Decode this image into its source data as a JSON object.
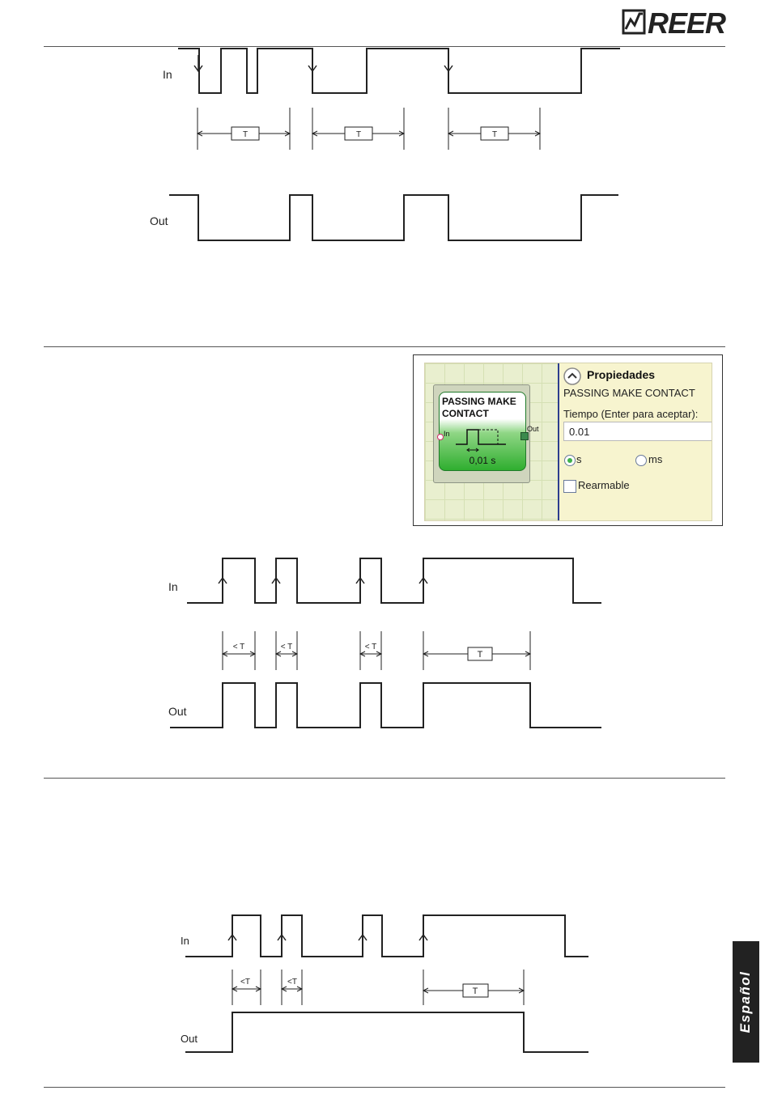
{
  "brand": {
    "logo_text": "REER"
  },
  "side_tab": {
    "language": "Español"
  },
  "diagram1": {
    "in_label": "In",
    "out_label": "Out",
    "interval_label": "T"
  },
  "props": {
    "header": "Propiedades",
    "block_title": "PASSING MAKE CONTACT",
    "block_time": "0,01 s",
    "block_in": "In",
    "block_out": "Out",
    "name": "PASSING MAKE CONTACT",
    "time_label": "Tiempo (Enter para aceptar):",
    "time_value": "0.01",
    "unit_s": "s",
    "unit_ms": "ms",
    "selected_unit": "s",
    "rearmable_label": "Rearmable",
    "rearmable_checked": false
  },
  "diagram2": {
    "in_label": "In",
    "out_label": "Out",
    "short_label": "< T",
    "interval_label": "T"
  },
  "diagram3": {
    "in_label": "In",
    "out_label": "Out",
    "short_label": "<T",
    "interval_label": "T"
  }
}
